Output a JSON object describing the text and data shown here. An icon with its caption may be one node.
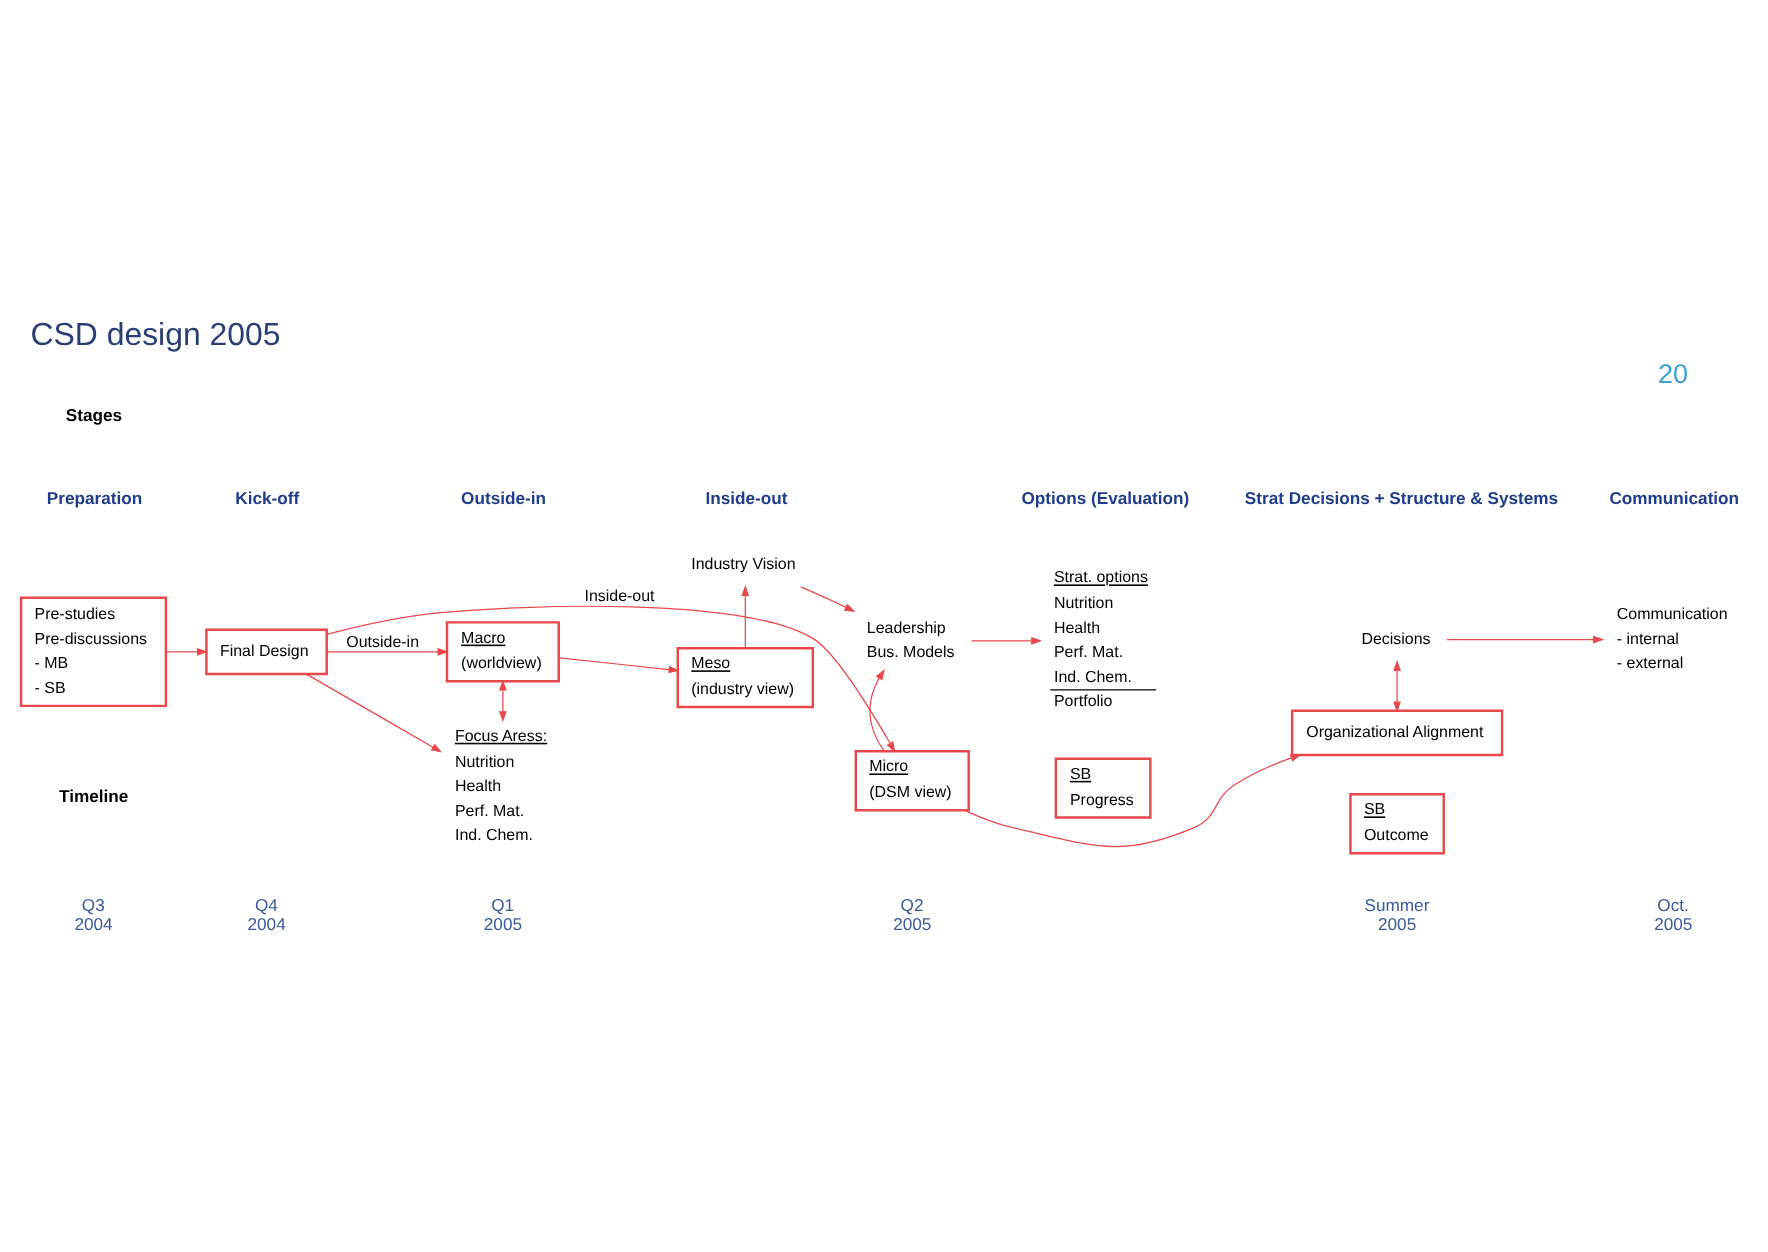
{
  "diagram": {
    "title": "CSD design 2005",
    "nodes": [
      {
        "text": [
          "Pre-studies",
          "Pre-discussions",
          "- MB",
          "- SB"
        ]
      },
      {
        "text": [
          "Final Design"
        ]
      },
      {
        "text": [
          "Macro",
          "(worldview)"
        ]
      },
      {
        "text": [
          "Meso",
          "(industry view)"
        ]
      },
      {
        "text": [
          "Focus Aress:",
          "Nutrition",
          "Health",
          "Perf. Mat.",
          "Ind. Chem."
        ]
      },
      {
        "text": [
          "Industry Vision"
        ]
      },
      {
        "text": [
          "Leadership",
          "Bus. Models"
        ]
      },
      {
        "text": [
          "Strat. options",
          "Nutrition",
          "Health",
          "Perf. Mat.",
          "Ind. Chem.",
          "Portfolio"
        ]
      },
      {
        "text": [
          "Decisions"
        ]
      },
      {
        "text": [
          "Communication",
          "- internal",
          "- external"
        ]
      },
      {
        "text": [
          "Micro",
          "(DSM view)"
        ]
      },
      {
        "text": [
          "Organizational Alignment"
        ]
      },
      {
        "text": [
          "SB",
          "Progress"
        ]
      },
      {
        "text": [
          "SB",
          "Outcome"
        ]
      }
    ],
    "edges": [
      {
        "from": 0,
        "to": 1,
        "arrow": "to"
      },
      {
        "from": 1,
        "to": 2,
        "arrow": "to",
        "label": "Outside-in"
      },
      {
        "from": 1,
        "to": 4,
        "arrow": "to"
      },
      {
        "from": 1,
        "to": 10,
        "arrow": "to",
        "label": "Inside-out"
      },
      {
        "from": 2,
        "to": 3,
        "arrow": "to"
      },
      {
        "from": 2,
        "to": 4,
        "arrow": "both"
      },
      {
        "from": 3,
        "to": 5,
        "arrow": "to"
      },
      {
        "from": 5,
        "to": 6,
        "arrow": "to"
      },
      {
        "from": 6,
        "to": 7,
        "arrow": "to"
      },
      {
        "from": 10,
        "to": 6,
        "arrow": "to"
      },
      {
        "from": 10,
        "to": 11,
        "arrow": "to"
      },
      {
        "from": 8,
        "to": 11,
        "arrow": "both"
      },
      {
        "from": 8,
        "to": 9,
        "arrow": "to"
      }
    ],
    "labels": [
      "20",
      "Stages",
      "Preparation",
      "Kick-off",
      "Outside-in",
      "Inside-out",
      "Options (Evaluation)",
      "Strat Decisions + Structure & Systems",
      "Communication",
      "Timeline",
      "Q3 2004",
      "Q4 2004",
      "Q1 2005",
      "Q2 2005",
      "Summer 2005",
      "Oct. 2005"
    ]
  }
}
